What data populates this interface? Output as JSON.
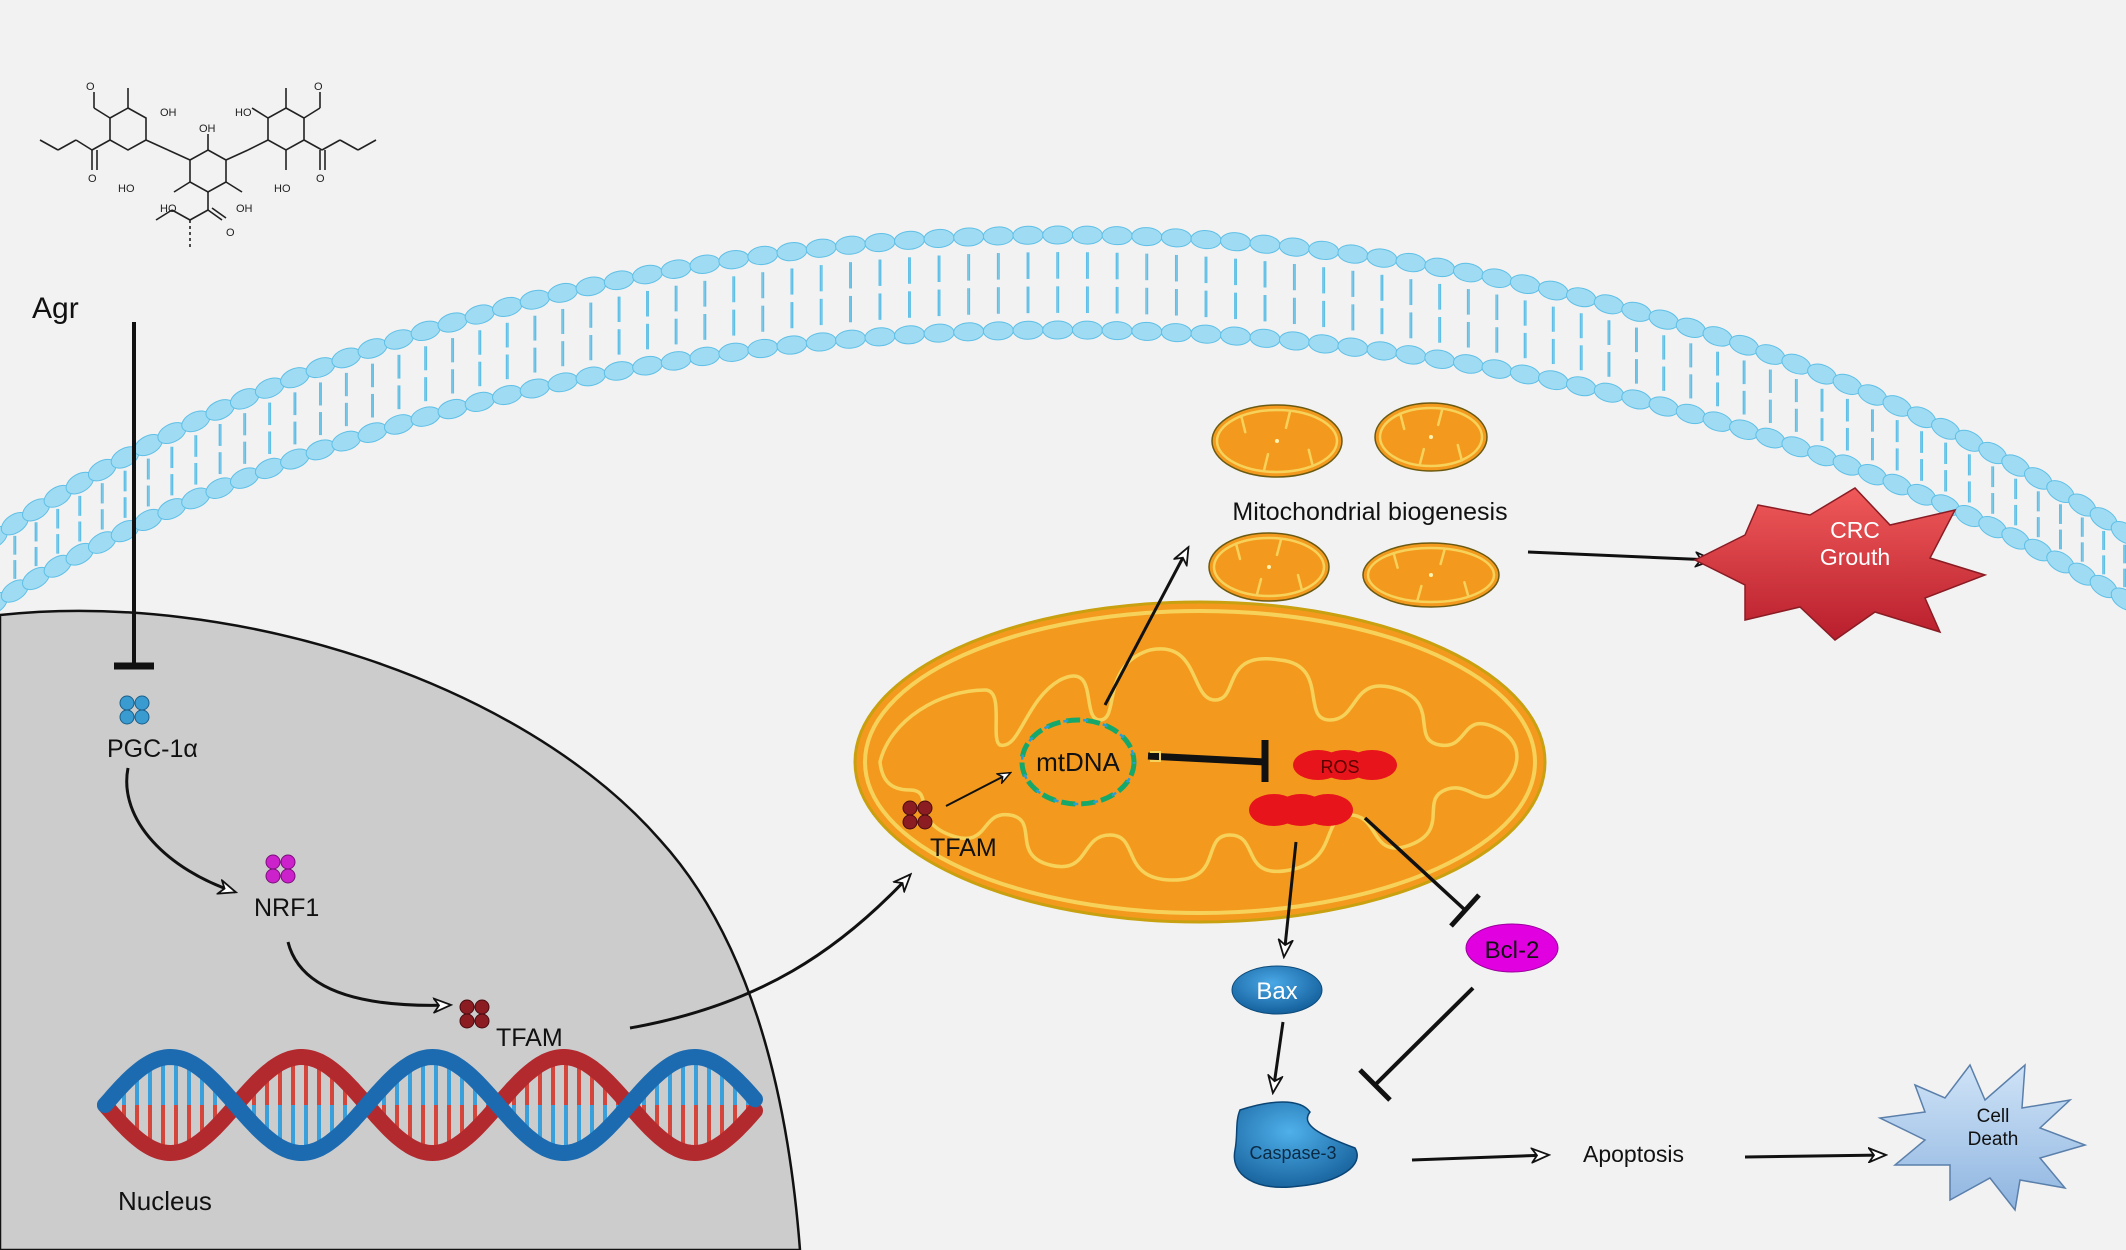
{
  "labels": {
    "agr": "Agr",
    "pgc1a": "PGC-1α",
    "nrf1": "NRF1",
    "tfam_nucleus": "TFAM",
    "nucleus": "Nucleus",
    "tfam_mito": "TFAM",
    "mtdna": "mtDNA",
    "ros": "ROS",
    "mito_biogenesis": "Mitochondrial biogenesis",
    "crc_line1": "CRC",
    "crc_line2": "Grouth",
    "bax": "Bax",
    "bcl2": "Bcl-2",
    "caspase3": "Caspase-3",
    "apoptosis": "Apoptosis",
    "death_line1": "Cell",
    "death_line2": "Death"
  },
  "molecule_labels": {
    "oh": "OH",
    "ho": "HO",
    "o": "O"
  },
  "colors": {
    "background": "#f2f2f2",
    "membrane_head": "#9fdcf3",
    "membrane_outline": "#5fbfe6",
    "nucleus_fill": "#cccccc",
    "mito_fill": "#f39a1e",
    "mito_border": "#f7d25a",
    "ros_red": "#e8141b",
    "crc_star": "#d9303a",
    "cell_death_star": "#a9c9ec",
    "bcl2_magenta": "#e000e0",
    "bax_blue": "#1a74b8",
    "dna_blue": "#1c6bb0",
    "dna_red": "#b22a2e"
  }
}
